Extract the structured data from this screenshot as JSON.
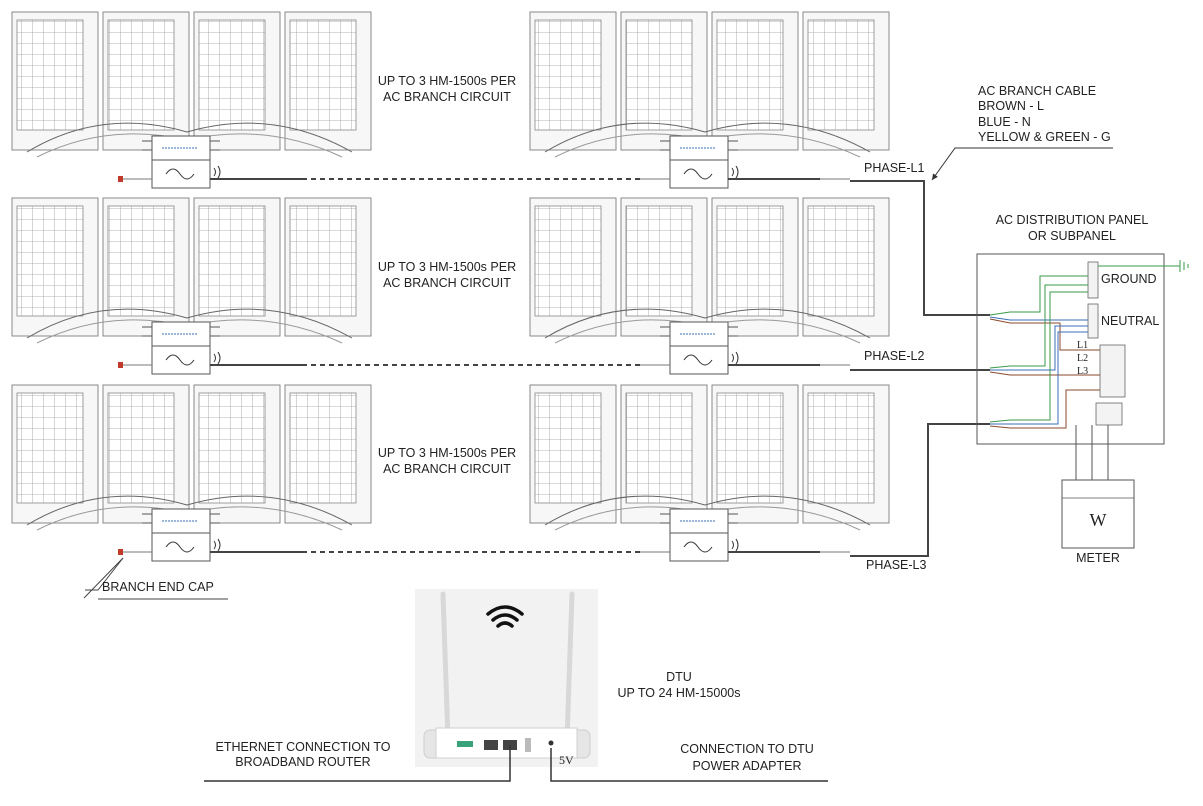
{
  "branch_label": [
    "UP TO 3 HM-1500s PER",
    "AC BRANCH CIRCUIT"
  ],
  "phases": [
    "PHASE-L1",
    "PHASE-L2",
    "PHASE-L3"
  ],
  "ac_cable": {
    "title": "AC BRANCH CABLE",
    "lines": [
      "BROWN - L",
      "BLUE - N",
      "YELLOW & GREEN - G"
    ]
  },
  "panel": {
    "title": [
      "AC DISTRIBUTION PANEL",
      "OR SUBPANEL"
    ],
    "ground": "GROUND",
    "neutral": "NEUTRAL",
    "terminals": [
      "L1",
      "L2",
      "L3"
    ]
  },
  "meter": {
    "symbol": "W",
    "label": "METER"
  },
  "end_cap": "BRANCH END CAP",
  "dtu": {
    "title": "DTU",
    "subtitle": "UP TO 24 HM-15000s",
    "power": "5V"
  },
  "ethernet": [
    "ETHERNET CONNECTION TO",
    "BROADBAND ROUTER"
  ],
  "power_adapter": [
    "CONNECTION TO DTU",
    "POWER ADAPTER"
  ],
  "colors": {
    "brown": "#8b4a2b",
    "blue": "#3b6fb8",
    "green": "#3a9a4a",
    "red": "#c0392b",
    "line": "#444444"
  }
}
